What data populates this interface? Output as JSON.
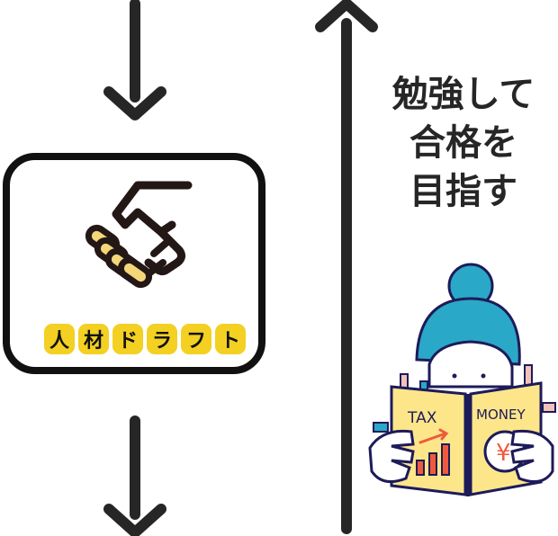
{
  "colors": {
    "arrow": "#262626",
    "logo_border": "#111111",
    "badge_bg": "#f3d022",
    "hand_fill": "#f5d77a",
    "hair": "#2aa8c8",
    "book": "#fde68a",
    "outline": "#1d1b5a",
    "accent_red": "#ef5a3c",
    "tab_pink": "#f2c2b8"
  },
  "flow": {
    "top_arrow": "down-arrow",
    "bottom_arrow": "down-arrow",
    "long_arrow": "up-arrow"
  },
  "logo": {
    "icon": "handshake-icon",
    "badges": [
      "人",
      "材",
      "ド",
      "ラ",
      "フ",
      "ト"
    ]
  },
  "caption": {
    "lines": [
      "勉強して",
      "合格を",
      "目指す"
    ]
  },
  "illustration": {
    "left_page_text": "TAX",
    "right_page_text": "MONEY",
    "currency_symbol": "¥"
  }
}
